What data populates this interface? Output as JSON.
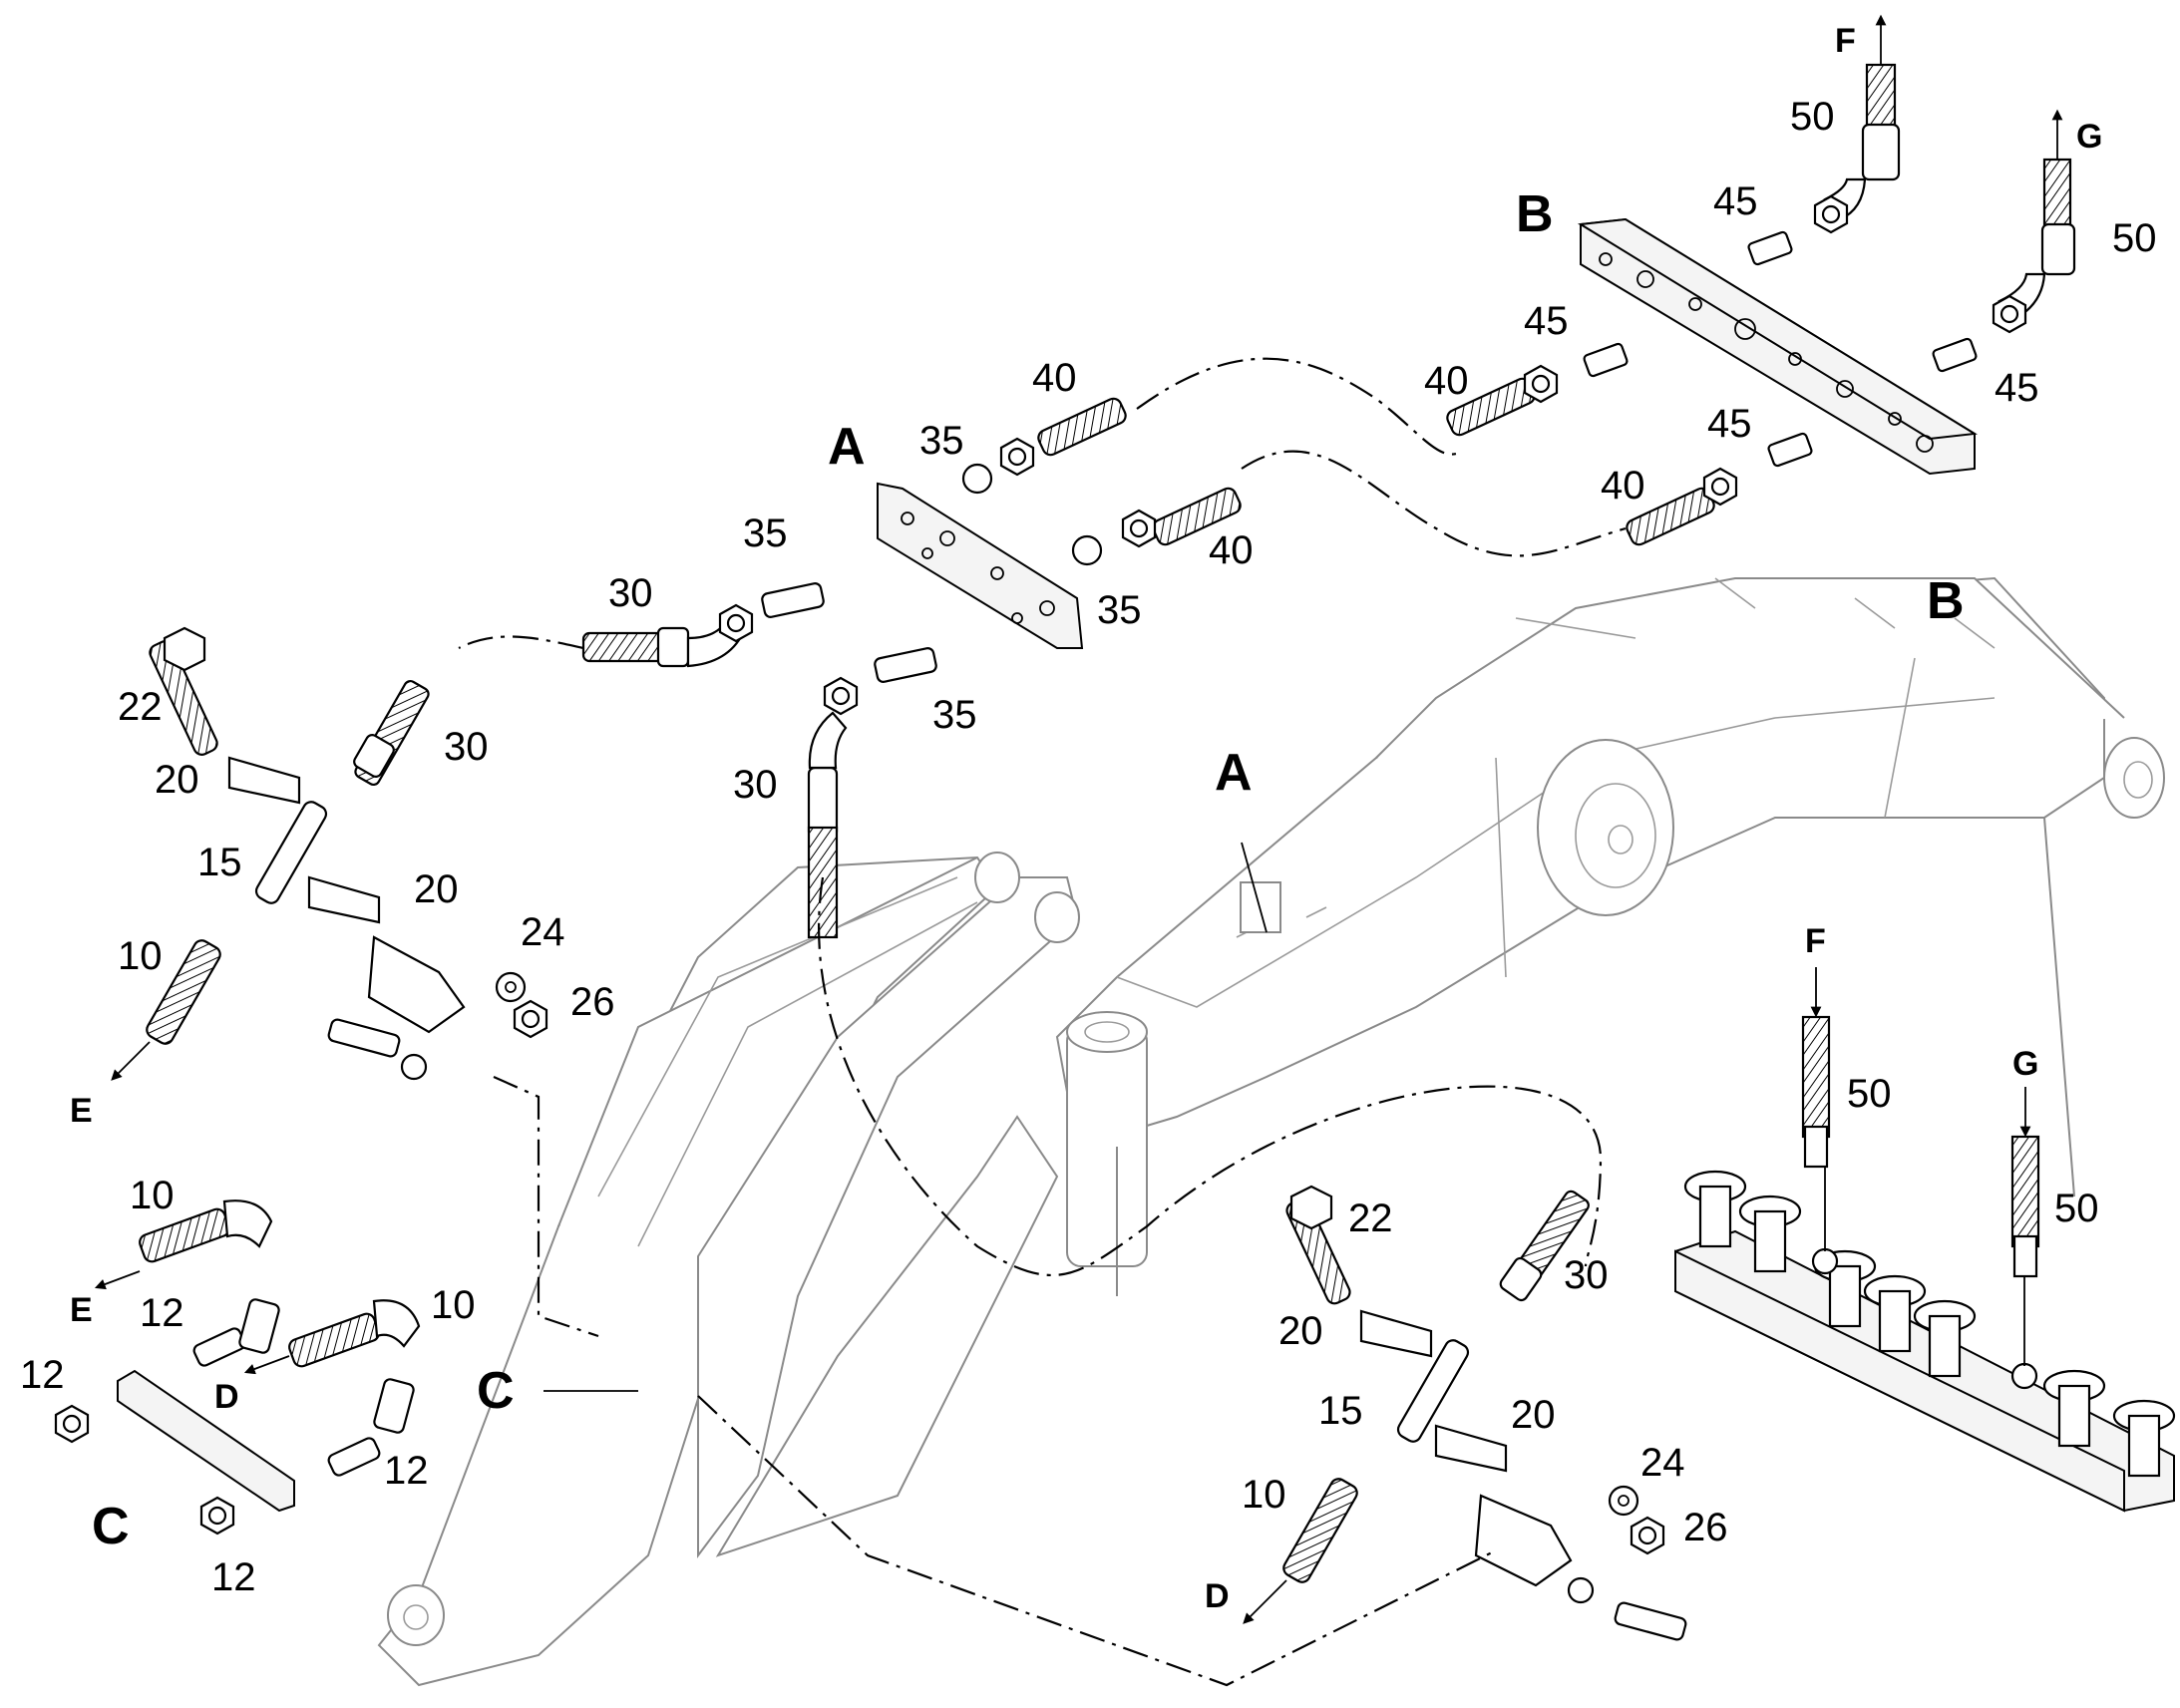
{
  "diagram": {
    "section_letters": {
      "A_plate": "A",
      "A_boom": "A",
      "B_block": "B",
      "B_boom": "B",
      "C_bracket": "C",
      "C_boom": "C"
    },
    "flow_letters": {
      "F_top": "F",
      "G_top": "G",
      "F_valve": "F",
      "G_valve": "G",
      "E_left": "E",
      "E_lower": "E",
      "D_lower": "D",
      "D_right": "D"
    },
    "callouts": {
      "n50_f": "50",
      "n50_g": "50",
      "n45_a": "45",
      "n45_b": "45",
      "n45_c": "45",
      "n45_d": "45",
      "n40_a": "40",
      "n40_b": "40",
      "n40_c": "40",
      "n40_d": "40",
      "n35_a": "35",
      "n35_b": "35",
      "n35_c": "35",
      "n35_d": "35",
      "n30_a": "30",
      "n30_b": "30",
      "n30_c": "30",
      "n30_d": "30",
      "n22_a": "22",
      "n22_b": "22",
      "n20_a": "20",
      "n20_b": "20",
      "n20_c": "20",
      "n20_d": "20",
      "n15_a": "15",
      "n15_b": "15",
      "n10_a": "10",
      "n10_b": "10",
      "n10_c": "10",
      "n10_d": "10",
      "n24_a": "24",
      "n24_b": "24",
      "n26_a": "26",
      "n26_b": "26",
      "n12_a": "12",
      "n12_b": "12",
      "n12_c": "12",
      "n12_d": "12",
      "n50_v1": "50",
      "n50_v2": "50"
    }
  }
}
